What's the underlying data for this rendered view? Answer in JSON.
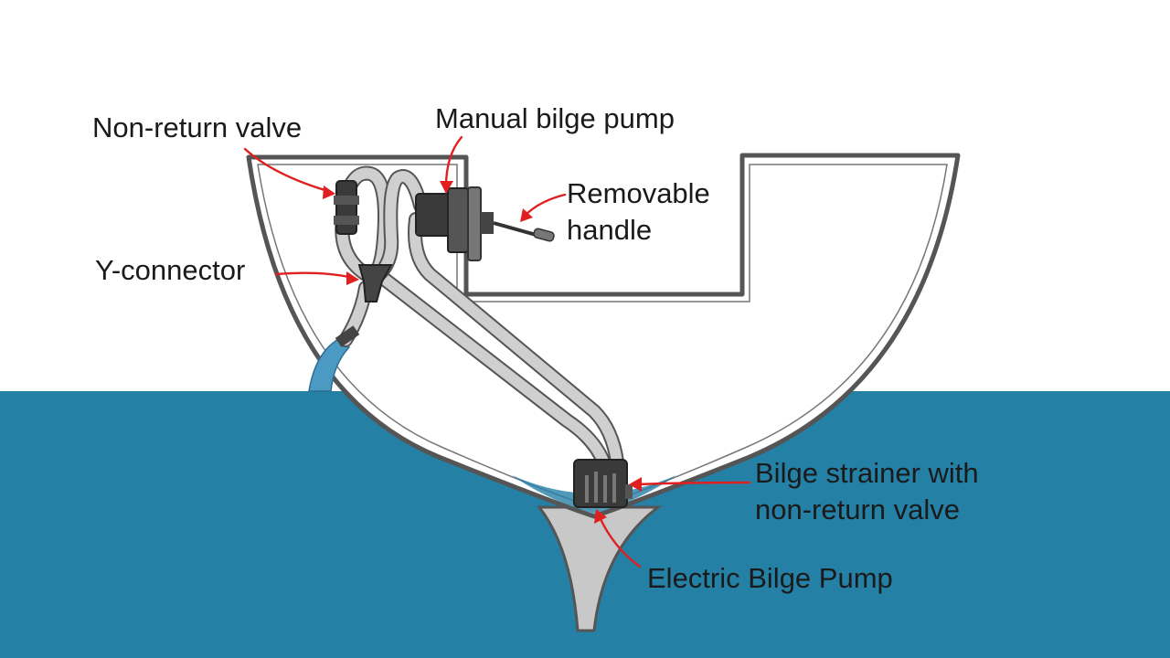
{
  "labels": {
    "non_return_valve": "Non-return valve",
    "manual_bilge_pump": "Manual bilge pump",
    "removable_handle_line1": "Removable",
    "removable_handle_line2": "handle",
    "y_connector": "Y-connector",
    "bilge_strainer_line1": "Bilge strainer with",
    "bilge_strainer_line2": "non-return valve",
    "electric_bilge_pump": "Electric Bilge Pump"
  },
  "colors": {
    "sea": "#2580a6",
    "hull_fill": "#ffffff",
    "hull_outline": "#555555",
    "keel": "#c8c8c8",
    "hose": "#cfcfcf",
    "pump_dark": "#333333",
    "arrow": "#e02020",
    "outflow_water": "#4a9ac4"
  },
  "icons": {
    "arrows": "red-curved-arrow"
  }
}
